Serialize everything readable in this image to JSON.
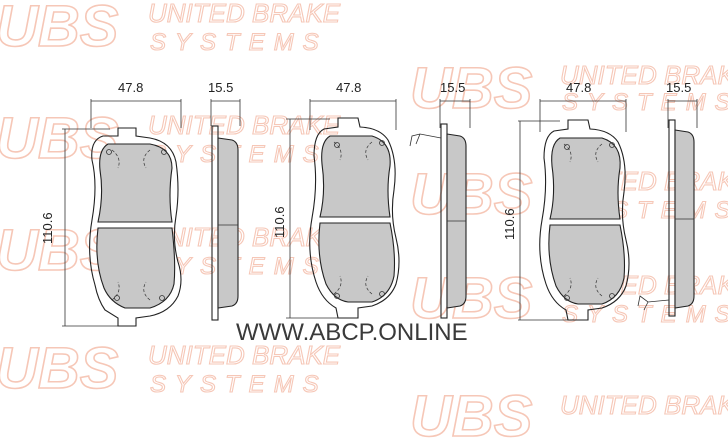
{
  "watermark": {
    "logo": "UBS",
    "name": "UNITED BRAKE",
    "sub": "SYSTEMS",
    "color": "#f6c7b7"
  },
  "pads": [
    {
      "width_label": "47.8",
      "thickness_label": "15.5",
      "height_label": "110.6"
    },
    {
      "width_label": "47.8",
      "thickness_label": "15.5",
      "height_label": "110.6"
    },
    {
      "width_label": "47.8",
      "thickness_label": "15.5",
      "height_label": "110.6"
    }
  ],
  "website": "WWW.ABCP.ONLINE",
  "colors": {
    "friction": "#c8c8c8",
    "line": "#222222"
  }
}
